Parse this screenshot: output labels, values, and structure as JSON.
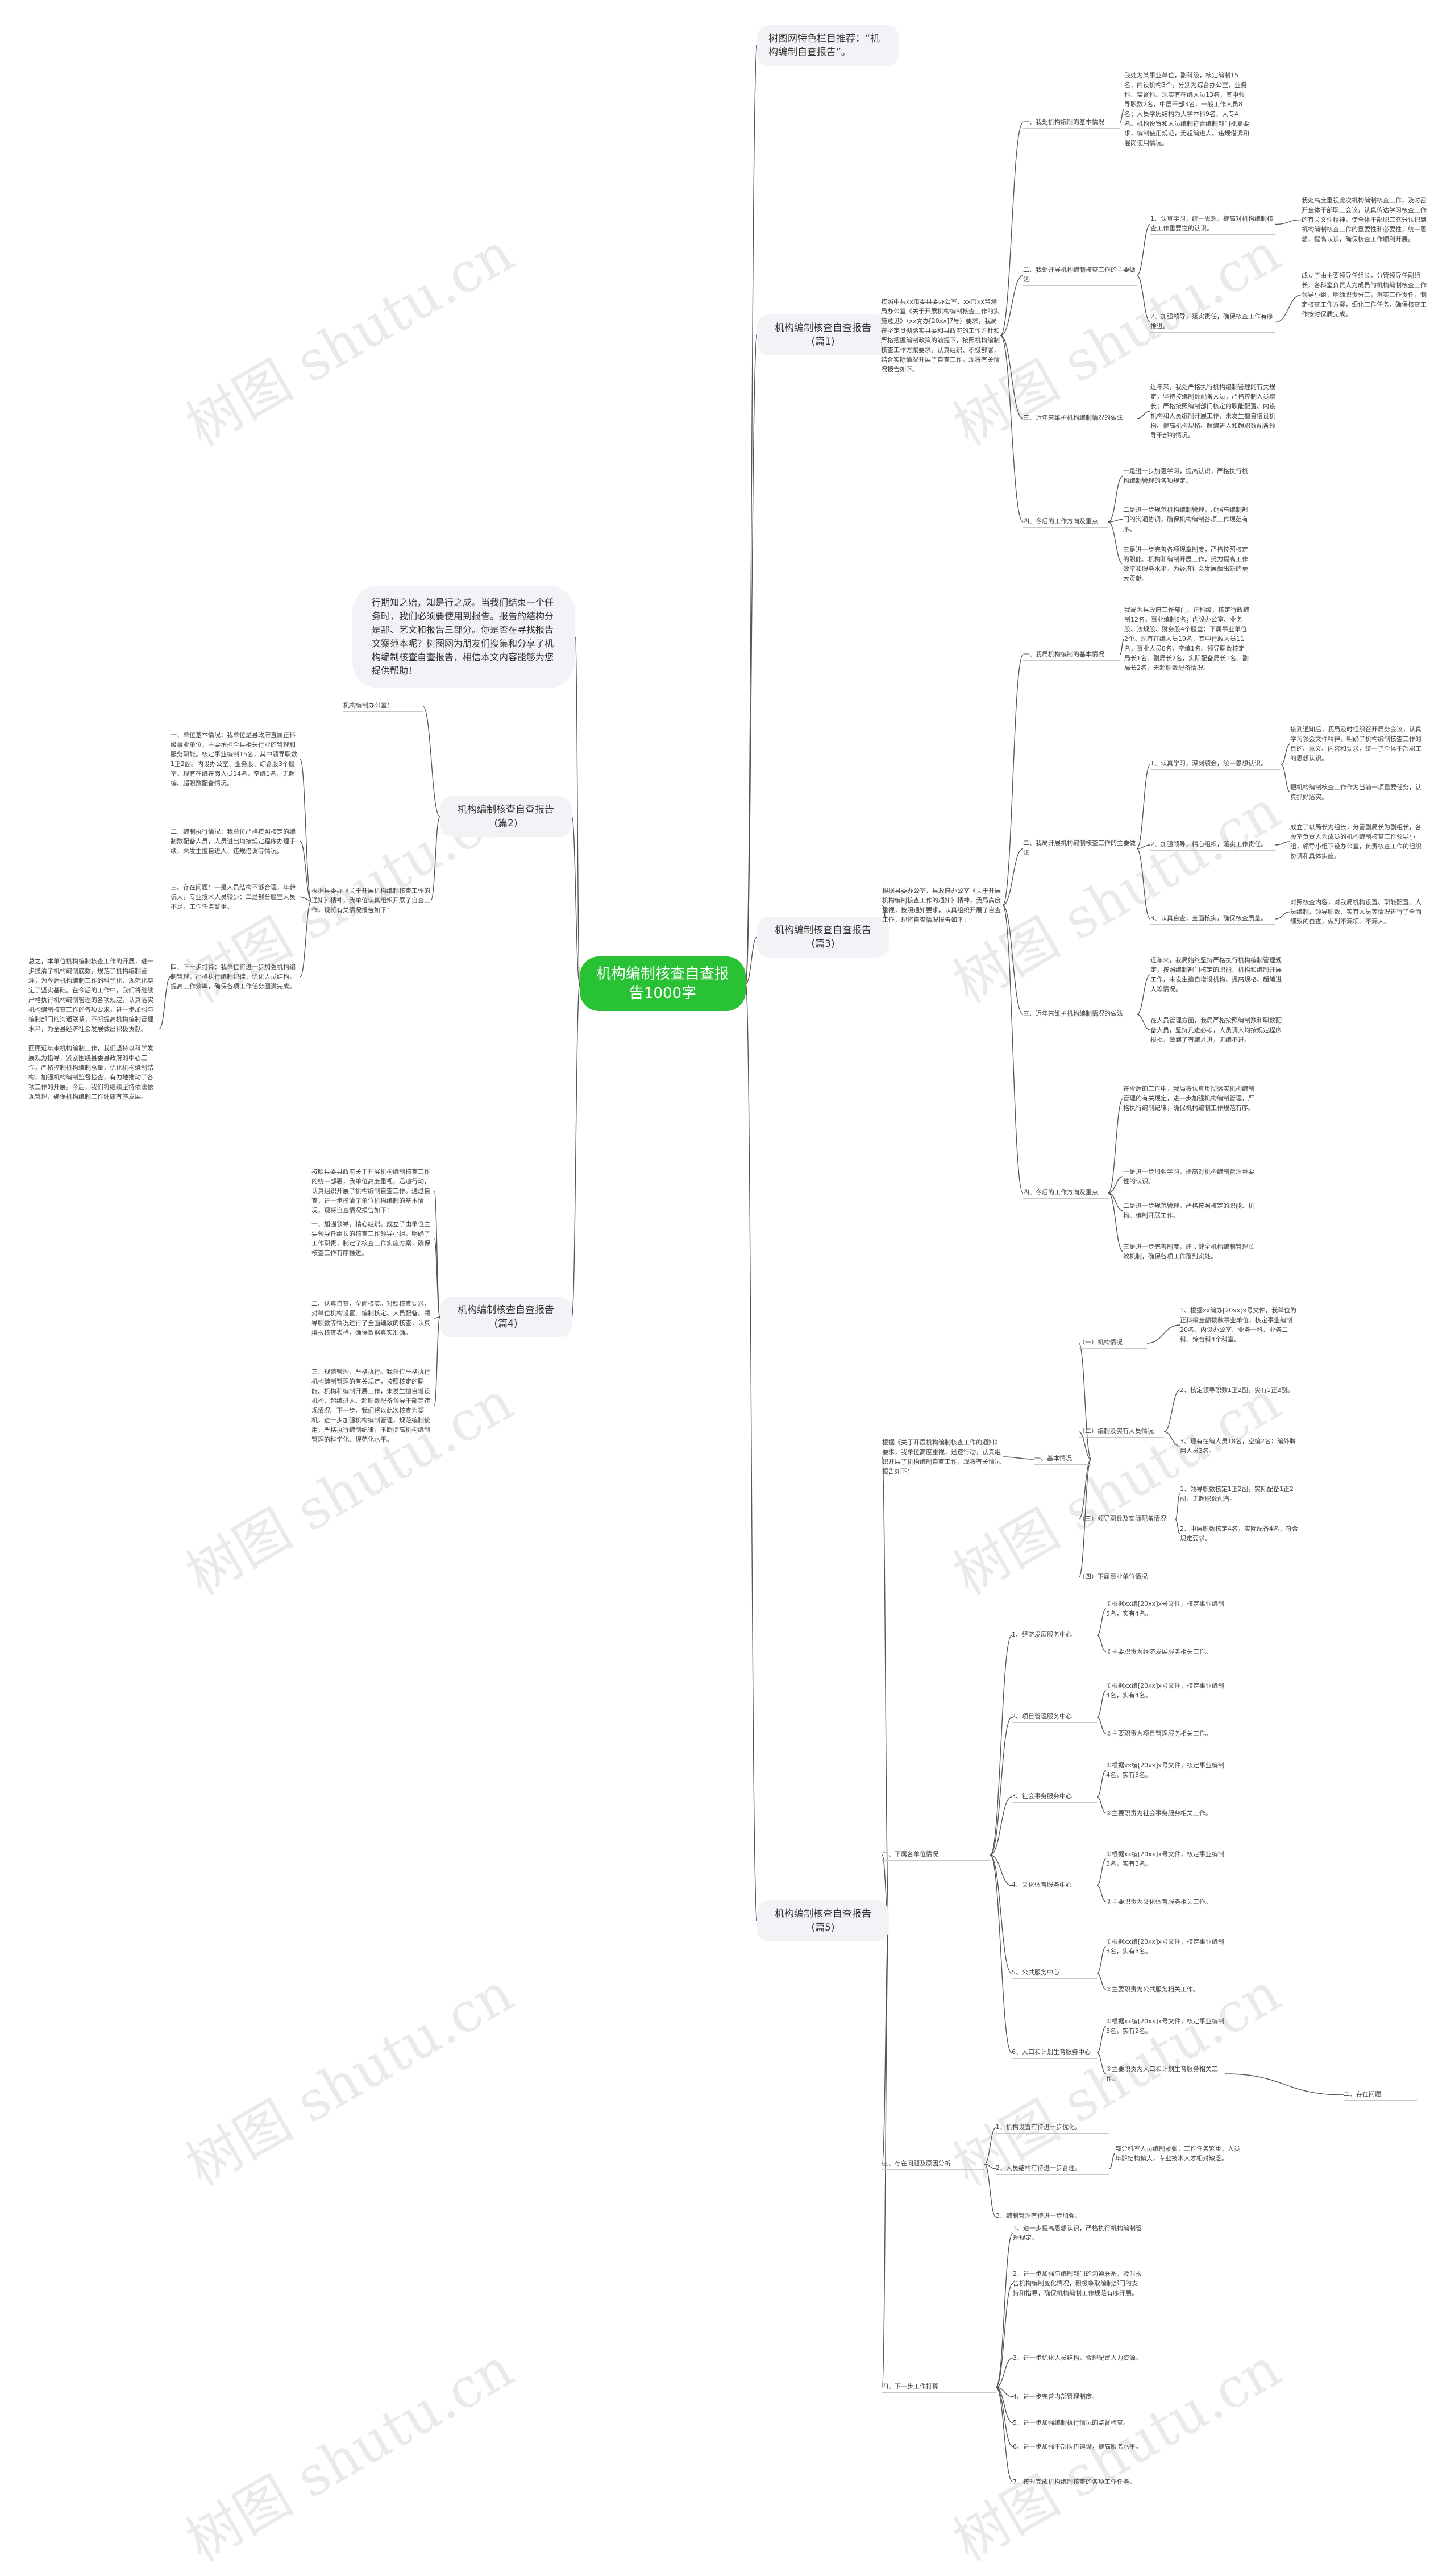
{
  "root": "机构编制核查自查报告1000字",
  "intro": "行期知之始，知是行之成。当我们结束一个任务时，我们必须要使用到报告。报告的结构分是那、艺文和报告三部分。你是否在寻找报告文案范本呢？树图网为朋友们搜集和分享了机构编制核查自查报告，相信本文内容能够为您提供帮助！",
  "top_note": "树图网特色栏目推荐：“机构编制自查报告”。",
  "watermark": "树图 shutu.cn",
  "topics": {
    "r1": "机构编制核查自查报告(篇1)",
    "r3": "机构编制核查自查报告(篇3)",
    "r5": "机构编制核查自查报告(篇5)",
    "l2": "机构编制核查自查报告(篇2)",
    "l4": "机构编制核查自查报告(篇4)"
  },
  "r1": {
    "intro": "按照中共xx市委县委办公室、xx市xx监测局办公室《关于开展机构编制核查工作的实施意见》（xx党办[20xx]7号）要求，我局在坚定贯彻落实县委和县政府的工作方针和严格把握编制政策的前提下，按照机构编制核查工作方案要求，认真组织、积极部署，结合实际情况开展了自查工作，现将有关情况报告如下。",
    "s1": "一、我处机构编制的基本情况",
    "s1_t": "我处为某事业单位，副科级，核定编制15名，内设机构3个，分别为综合办公室、业务科、监督科。现实有在编人员13名，其中领导职数2名，中层干部3名，一般工作人员8名；人员学历结构为大学本科9名、大专4名。机构设置和人员编制符合编制部门批复要求，编制使用规范，无超编进人、违规借调和混岗使用情况。",
    "s2": "二、我处开展机构编制核查工作的主要做法",
    "s2a": "1、认真学习，统一思想，提高对机构编制核查工作重要性的认识。",
    "s2a_t": "我处高度重视此次机构编制核查工作，及时召开全体干部职工会议，认真传达学习核查工作的有关文件精神，使全体干部职工充分认识到机构编制核查工作的重要性和必要性，统一思想，提高认识，确保核查工作顺利开展。",
    "s2b": "2、加强领导，落实责任，确保核查工作有序推进。",
    "s2b_t": "成立了由主要领导任组长，分管领导任副组长，各科室负责人为成员的机构编制核查工作领导小组，明确职责分工，落实工作责任，制定核查工作方案，细化工作任务，确保核查工作按时保质完成。",
    "s3": "三、近年来维护机构编制情况的做法",
    "s3_t": "近年来，我处严格执行机构编制管理的有关规定，坚持按编制数配备人员，严格控制人员增长；严格按照编制部门核定的职能配置、内设机构和人员编制开展工作，未发生擅自增设机构、提高机构规格、超编进人和超职数配备领导干部的情况。",
    "s4": "四、今后的工作方向及重点",
    "s4a": "一是进一步加强学习，提高认识，严格执行机构编制管理的各项规定。",
    "s4b": "二是进一步规范机构编制管理，加强与编制部门的沟通协调，确保机构编制各项工作规范有序。",
    "s4c": "三是进一步完善各项规章制度，严格按照核定的职能、机构和编制开展工作，努力提高工作效率和服务水平，为经济社会发展做出新的更大贡献。"
  },
  "r3": {
    "intro": "根据县委办公室、县政府办公室《关于开展机构编制核查工作的通知》精神，我局高度重视，按照通知要求，认真组织开展了自查工作，现将自查情况报告如下：",
    "s1": "一、我局机构编制的基本情况",
    "s1_t": "我局为县政府工作部门，正科级，核定行政编制12名，事业编制8名；内设办公室、业务股、法规股、财务股4个股室；下属事业单位2个。现有在编人员19名，其中行政人员11名，事业人员8名，空编1名。领导职数核定局长1名、副局长2名，实际配备局长1名、副局长2名，无超职数配备情况。",
    "s2": "二、我局开展机构编制核查工作的主要做法",
    "s2a": "1、认真学习，深刻领会，统一思想认识。",
    "s2a_t": "接到通知后，我局及时组织召开局务会议，认真学习领会文件精神，明确了机构编制核查工作的目的、意义、内容和要求，统一了全体干部职工的思想认识。",
    "s2a2": "把机构编制核查工作作为当前一项重要任务，认真抓好落实。",
    "s2b": "2、加强领导，精心组织，落实工作责任。",
    "s2b_t": "成立了以局长为组长，分管副局长为副组长，各股室负责人为成员的机构编制核查工作领导小组，领导小组下设办公室，负责核查工作的组织协调和具体实施。",
    "s2c": "3、认真自查，全面核实，确保核查质量。",
    "s2c_t": "对照核查内容，对我局机构设置、职能配置、人员编制、领导职数、实有人员等情况进行了全面细致的自查，做到不漏项、不漏人。",
    "s3": "三、近年来维护机构编制情况的做法",
    "s3a": "近年来，我局始终坚持严格执行机构编制管理规定，按照编制部门核定的职能、机构和编制开展工作，未发生擅自增设机构、提高规格、超编进人等情况。",
    "s3b": "在人员管理方面，我局严格按照编制数和职数配备人员，坚持凡进必考，人员调入均按规定程序报批，做到了有编才进，无编不进。",
    "s4": "四、今后的工作方向及重点",
    "s4_t": "在今后的工作中，我局将认真贯彻落实机构编制管理的有关规定，进一步加强机构编制管理，严格执行编制纪律，确保机构编制工作规范有序。",
    "s4a": "一是进一步加强学习，提高对机构编制管理重要性的认识。",
    "s4b": "二是进一步规范管理，严格按照核定的职能、机构、编制开展工作。",
    "s4c": "三是进一步完善制度，建立健全机构编制管理长效机制，确保各项工作落到实处。"
  },
  "r5": {
    "intro": "根据《关于开展机构编制核查工作的通知》要求，我单位高度重视，迅速行动，认真组织开展了机构编制自查工作，现将有关情况报告如下：",
    "a": "一、基本情况",
    "a1": "（一）机构情况",
    "a1_t": "1、根据xx编办[20xx]x号文件，我单位为正科级全额拨款事业单位，核定事业编制20名，内设办公室、业务一科、业务二科、综合科4个科室。",
    "a2": "（二）编制及实有人员情况",
    "a2_t1": "2、核定领导职数1正2副，实有1正2副。",
    "a2_t2": "3、现有在编人员18名，空编2名；编外聘用人员3名。",
    "a3": "（三）领导职数及实际配备情况",
    "a3_t": "1、领导职数核定1正2副，实际配备1正2副，无超职数配备。",
    "a3_t2": "2、中层职数核定4名，实际配备4名，符合规定要求。",
    "a4": "（四）下属事业单位情况",
    "b": "二、下属各单位情况",
    "b_items": [
      {
        "name": "1、经济发展服务中心",
        "t1": "①根据xx编[20xx]x号文件，核定事业编制5名，实有4名。",
        "t2": "②主要职责为经济发展服务相关工作。"
      },
      {
        "name": "2、项目管理服务中心",
        "t1": "①根据xx编[20xx]x号文件，核定事业编制4名，实有4名。",
        "t2": "②主要职责为项目管理服务相关工作。"
      },
      {
        "name": "3、社会事务服务中心",
        "t1": "①根据xx编[20xx]x号文件，核定事业编制4名，实有3名。",
        "t2": "②主要职责为社会事务服务相关工作。"
      },
      {
        "name": "4、文化体育服务中心",
        "t1": "①根据xx编[20xx]x号文件，核定事业编制3名，实有3名。",
        "t2": "②主要职责为文化体育服务相关工作。"
      },
      {
        "name": "5、公共服务中心",
        "t1": "①根据xx编[20xx]x号文件，核定事业编制3名，实有3名。",
        "t2": "②主要职责为公共服务相关工作。"
      },
      {
        "name": "6、人口和计划生育服务中心",
        "t1": "①根据xx编[20xx]x号文件，核定事业编制3名，实有2名。",
        "t2": "②主要职责为人口和计划生育服务相关工作。"
      }
    ],
    "b_extra": "二、存在问题",
    "c": "三、存在问题及原因分析",
    "c1": "1、机构设置有待进一步优化。",
    "c2": "2、人员结构有待进一步合理。",
    "c2_t": "部分科室人员编制紧张，工作任务繁重，人员年龄结构偏大，专业技术人才相对缺乏。",
    "c3": "3、编制管理有待进一步加强。",
    "d": "四、下一步工作打算",
    "d_items": [
      "1、进一步提高思想认识，严格执行机构编制管理规定。",
      "2、进一步加强与编制部门的沟通联系，及时报告机构编制变化情况，积极争取编制部门的支持和指导，确保机构编制工作规范有序开展。",
      "3、进一步优化人员结构，合理配置人力资源。",
      "4、进一步完善内部管理制度。",
      "5、进一步加强编制执行情况的监督检查。",
      "6、进一步加强干部队伍建设，提高服务水平。",
      "7、按时完成机构编制核查的各项工作任务。"
    ]
  },
  "l2": {
    "intro": "机构编制办公室：",
    "t1": "一、单位基本情况：我单位是县政府直属正科级事业单位，主要承担全县相关行业的管理和服务职能。核定事业编制15名，其中领导职数1正2副。内设办公室、业务股、综合股3个股室。现有在编在岗人员14名，空编1名，无超编、超职数配备情况。",
    "t2": "二、编制执行情况：我单位严格按照核定的编制数配备人员，人员进出均按规定程序办理手续，未发生擅自进人、违规借调等情况。",
    "t3": "三、存在问题：一是人员结构不够合理，年龄偏大，专业技术人员较少；二是部分股室人员不足，工作任务繁重。",
    "t4": "四、下一步打算：我单位将进一步加强机构编制管理，严格执行编制纪律，优化人员结构，提高工作效率，确保各项工作任务圆满完成。",
    "t5": "根据县委办《关于开展机构编制核查工作的通知》精神，我单位认真组织开展了自查工作，现将有关情况报告如下：",
    "far": "总之，本单位机构编制核查工作的开展，进一步摸清了机构编制底数，规范了机构编制管理，为今后机构编制工作的科学化、规范化奠定了坚实基础。在今后的工作中，我们将继续严格执行机构编制管理的各项规定，认真落实机构编制核查工作的各项要求，进一步加强与编制部门的沟通联系，不断提高机构编制管理水平，为全县经济社会发展做出积极贡献。\n\n回顾近年来机构编制工作，我们坚持以科学发展观为指导，紧紧围绕县委县政府的中心工作，严格控制机构编制总量，优化机构编制结构，加强机构编制监督检查，有力地推动了各项工作的开展。今后，我们将继续坚持依法依规管理，确保机构编制工作健康有序发展。"
  },
  "l4": {
    "t1": "按照县委县政府关于开展机构编制核查工作的统一部署，我单位高度重视，迅速行动，认真组织开展了机构编制自查工作。通过自查，进一步摸清了单位机构编制的基本情况，现将自查情况报告如下：",
    "t2": "一、加强领导，精心组织。成立了由单位主要领导任组长的核查工作领导小组，明确了工作职责，制定了核查工作实施方案，确保核查工作有序推进。",
    "t3": "二、认真自查，全面核实。对照核查要求，对单位机构设置、编制核定、人员配备、领导职数等情况进行了全面细致的核查，认真填报核查表格，确保数据真实准确。",
    "t4": "三、规范管理，严格执行。我单位严格执行机构编制管理的有关规定，按照核定的职能、机构和编制开展工作，未发生擅自增设机构、超编进人、超职数配备领导干部等违规情况。下一步，我们将以此次核查为契机，进一步加强机构编制管理，规范编制使用，严格执行编制纪律，不断提高机构编制管理的科学化、规范化水平。"
  }
}
